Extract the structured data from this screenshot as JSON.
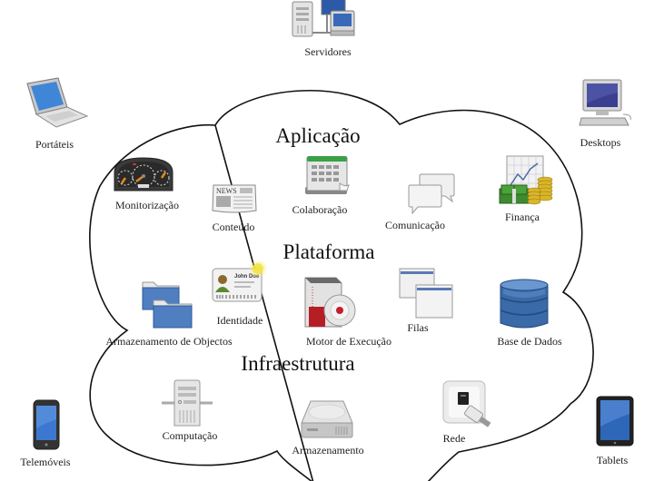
{
  "diagram": {
    "title": "Cloud computing",
    "colors": {
      "outline": "#111111",
      "background": "#ffffff",
      "screen_blue": "#3f74c6",
      "folder_blue": "#4f7fc0",
      "db_blue": "#3a6aa8",
      "calendar_green": "#3aa046",
      "money_green": "#3d8b2e",
      "coin_gold": "#d9b52a",
      "disc_red": "#c0202a"
    },
    "clients": [
      {
        "id": "servers",
        "label": "Servidores",
        "icon": "servers-icon"
      },
      {
        "id": "laptops",
        "label": "Portáteis",
        "icon": "laptop-icon"
      },
      {
        "id": "desktops",
        "label": "Desktops",
        "icon": "desktop-icon"
      },
      {
        "id": "phones",
        "label": "Telemóveis",
        "icon": "smartphone-icon"
      },
      {
        "id": "tablets",
        "label": "Tablets",
        "icon": "tablet-icon"
      }
    ],
    "layers": {
      "application": {
        "title": "Aplicação",
        "items": [
          {
            "label": "Monitorização",
            "icon": "dashboard-gauge-icon"
          },
          {
            "label": "Conteúdo",
            "icon": "newspaper-icon",
            "icon_text": "NEWS"
          },
          {
            "label": "Colaboração",
            "icon": "calendar-icon"
          },
          {
            "label": "Comunicação",
            "icon": "chat-bubbles-icon"
          },
          {
            "label": "Finança",
            "icon": "finance-chart-money-icon"
          }
        ]
      },
      "platform": {
        "title": "Plataforma",
        "items": [
          {
            "label": "Armazenamento de Objectos",
            "icon": "folders-icon"
          },
          {
            "label": "Identidade",
            "icon": "id-card-icon",
            "icon_text": "John Doe"
          },
          {
            "label": "Motor de Execução",
            "icon": "runtime-disc-icon"
          },
          {
            "label": "Filas",
            "icon": "queue-windows-icon"
          },
          {
            "label": "Base de Dados",
            "icon": "database-icon"
          }
        ]
      },
      "infrastructure": {
        "title": "Infraestrutura",
        "items": [
          {
            "label": "Computação",
            "icon": "compute-server-icon"
          },
          {
            "label": "Armazenamento",
            "icon": "hard-drive-icon"
          },
          {
            "label": "Rede",
            "icon": "network-port-icon"
          }
        ]
      }
    }
  }
}
